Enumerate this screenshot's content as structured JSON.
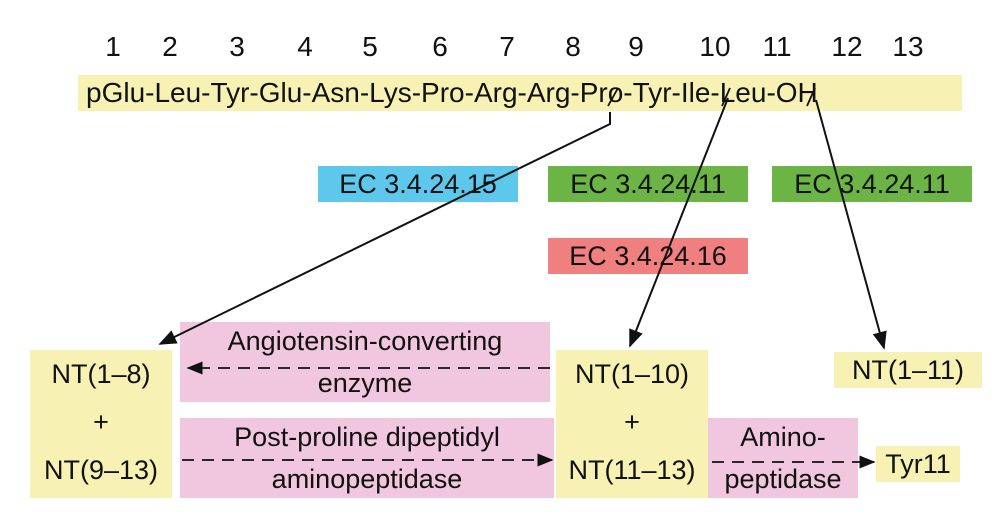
{
  "positions": [
    "1",
    "2",
    "3",
    "4",
    "5",
    "6",
    "7",
    "8",
    "9",
    "10",
    "11",
    "12",
    "13"
  ],
  "sequence": "pGlu-Leu-Tyr-Glu-Asn-Lys-Pro-Arg-Arg-Pro-Tyr-Ile-Leu-OH",
  "enzymes": {
    "ec_15": "EC 3.4.24.15",
    "ec_11_a": "EC 3.4.24.11",
    "ec_11_b": "EC 3.4.24.11",
    "ec_16": "EC 3.4.24.16"
  },
  "products": {
    "nt_1_8": "NT(1–8)",
    "plus_left": "+",
    "nt_9_13": "NT(9–13)",
    "nt_1_10": "NT(1–10)",
    "plus_mid": "+",
    "nt_11_13": "NT(11–13)",
    "nt_1_11": "NT(1–11)",
    "tyr11": "Tyr11"
  },
  "processing_enzymes": {
    "ace_line1": "Angiotensin-converting",
    "ace_line2": "enzyme",
    "ppd_line1": "Post-proline dipeptidyl",
    "ppd_line2": "aminopeptidase",
    "amino_line1": "Amino-",
    "amino_line2": "peptidase"
  },
  "colors": {
    "sequence_bg": "#f8f1b4",
    "ec_15": "#5ec8ec",
    "ec_11": "#6cb445",
    "ec_16": "#f07f7f",
    "product_bg": "#f8f1b4",
    "enzyme_bg": "#f1c6df"
  }
}
